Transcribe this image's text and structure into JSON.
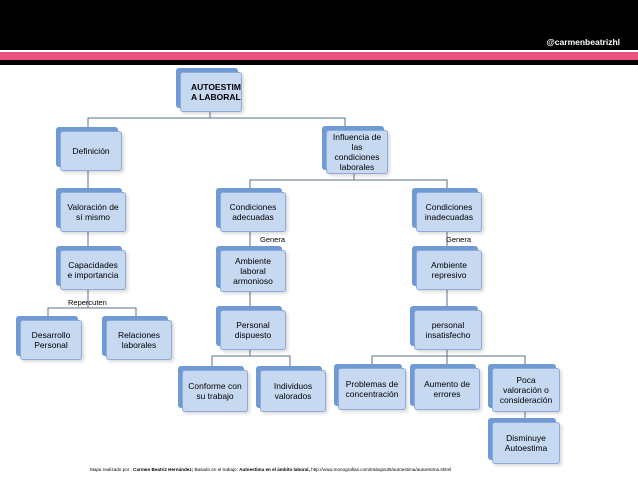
{
  "header": {
    "handle": "@carmenbeatrizhl",
    "bar_color": "#000000",
    "stripe_color": "#e8557f"
  },
  "node_colors": {
    "fill": "#c6d9f1",
    "border": "#8eaadb",
    "shadow": "#6f9ad3"
  },
  "nodes": {
    "root": "AUTOESTIM A LABORAL",
    "definicion": "Definición",
    "valoracion": "Valoración de sí mismo",
    "capacidades": "Capacidades e importancia",
    "desarrollo": "Desarrollo Personal",
    "relaciones": "Relaciones laborales",
    "influencia": "Influencia de las condiciones laborales",
    "cond_adecuadas": "Condiciones adecuadas",
    "ambiente_armonioso": "Ambiente laboral armonioso",
    "personal_dispuesto": "Personal dispuesto",
    "conforme": "Conforme con su trabajo",
    "individuos": "Individuos valorados",
    "cond_inadecuadas": "Condiciones inadecuadas",
    "ambiente_represivo": "Ambiente represivo",
    "personal_insatisfecho": "personal insatisfecho",
    "problemas": "Problemas de concentración",
    "aumento": "Aumento de errores",
    "poca_valoracion": "Poca valoración o consideración",
    "disminuye": "Disminuye Autoestima"
  },
  "edge_labels": {
    "repercuten": "Repercuten",
    "genera_left": "Genera",
    "genera_right": "Genera"
  },
  "footer": {
    "prefix": "Mapa realizado por :",
    "author": "Carmen Beatriz Hernández;",
    "middle": " Basado en el trabajo: ",
    "work": "Autoestima en el ámbito laboral,",
    "url": " http://www.monografias.com/trabajos36/autoestima/autoestima.shtml"
  }
}
